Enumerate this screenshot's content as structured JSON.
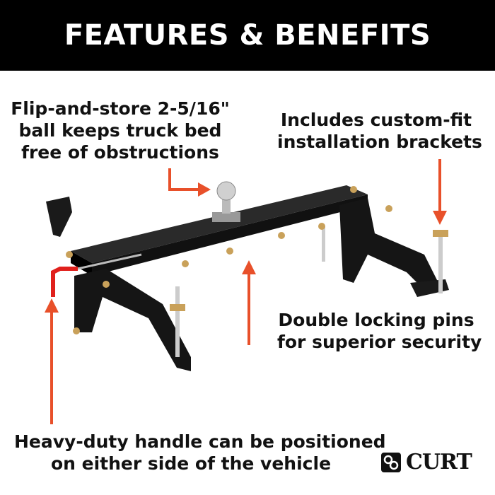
{
  "header": {
    "title": "FEATURES & BENEFITS"
  },
  "callouts": {
    "ball": [
      "Flip-and-store 2-5/16\"",
      "ball keeps truck bed",
      "free of obstructions"
    ],
    "brackets": [
      "Includes custom-fit",
      "installation brackets"
    ],
    "pins": [
      "Double locking pins",
      "for superior security"
    ],
    "handle": [
      "Heavy-duty handle can be positioned",
      "on either side of the vehicle"
    ]
  },
  "brand": {
    "logo_text": "CURT"
  },
  "colors": {
    "header_bg": "#000000",
    "arrow": "#e8502a",
    "product": "#1a1a1a",
    "handle": "#e0201c"
  }
}
